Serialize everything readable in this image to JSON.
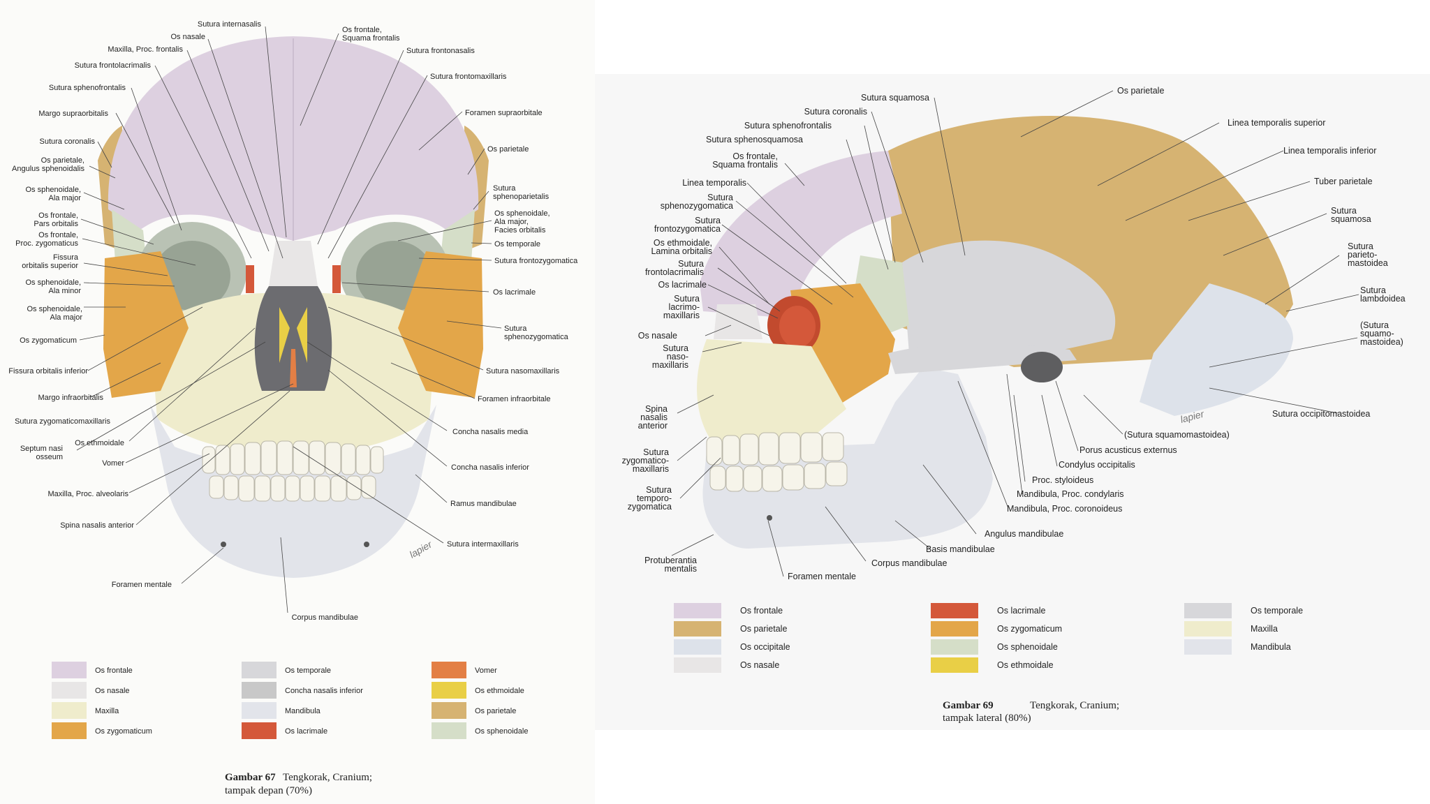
{
  "colors": {
    "frontale": "#ddd0e0",
    "parietale": "#d6b372",
    "occipitale": "#dde2ea",
    "nasale": "#e8e6e6",
    "temporale": "#d7d7da",
    "maxilla": "#efeccc",
    "mandibula": "#e2e4ea",
    "zygomaticum": "#e3a649",
    "lacrimale": "#d4583a",
    "sphenoidale": "#d5dec8",
    "ethmoidale": "#e9cf46",
    "vomer": "#e37f45",
    "concha": "#c8c8c8"
  },
  "figure67": {
    "caption_bold": "Gambar 67",
    "caption_line1": "Tengkorak, Cranium;",
    "caption_line2": "tampak depan (70%)",
    "labels_left": [
      "Sutura internasalis",
      "Os nasale",
      "Maxilla, Proc. frontalis",
      "Sutura frontolacrimalis",
      "Sutura sphenofrontalis",
      "Margo supraorbitalis",
      "Sutura coronalis",
      "Os parietale,",
      "Angulus sphenoidalis",
      "Os sphenoidale,",
      "Ala major",
      "Os frontale,",
      "Pars orbitalis",
      "Os frontale,",
      "Proc. zygomaticus",
      "Fissura",
      "orbitalis superior",
      "Os sphenoidale,",
      "Ala minor",
      "Os sphenoidale,",
      "Ala major",
      "Os zygomaticum",
      "Fissura orbitalis inferior",
      "Margo infraorbitalis",
      "Sutura zygomaticomaxillaris",
      "Os ethmoidale",
      "Septum nasi",
      "osseum",
      "Vomer",
      "Maxilla, Proc. alveolaris",
      "Spina nasalis anterior",
      "Foramen mentale",
      "Corpus mandibulae"
    ],
    "labels_right": [
      "Os frontale,",
      "Squama frontalis",
      "Sutura frontonasalis",
      "Sutura frontomaxillaris",
      "Foramen supraorbitale",
      "Os parietale",
      "Sutura",
      "sphenoparietalis",
      "Os sphenoidale,",
      "Ala major,",
      "Facies orbitalis",
      "Os temporale",
      "Sutura frontozygomatica",
      "Os lacrimale",
      "Sutura",
      "sphenozygomatica",
      "Sutura nasomaxillaris",
      "Foramen infraorbitale",
      "Concha nasalis media",
      "Concha nasalis inferior",
      "Ramus mandibulae",
      "Sutura intermaxillaris"
    ],
    "legend": [
      {
        "name": "Os frontale",
        "color": "#ddd0e0"
      },
      {
        "name": "Os nasale",
        "color": "#e8e6e6"
      },
      {
        "name": "Maxilla",
        "color": "#efeccc"
      },
      {
        "name": "Os zygomaticum",
        "color": "#e3a649"
      },
      {
        "name": "Os temporale",
        "color": "#d7d7da"
      },
      {
        "name": "Concha nasalis inferior",
        "color": "#c8c8c8"
      },
      {
        "name": "Mandibula",
        "color": "#e2e4ea"
      },
      {
        "name": "Os lacrimale",
        "color": "#d4583a"
      },
      {
        "name": "Vomer",
        "color": "#e37f45"
      },
      {
        "name": "Os ethmoidale",
        "color": "#e9cf46"
      },
      {
        "name": "Os parietale",
        "color": "#d6b372"
      },
      {
        "name": "Os sphenoidale",
        "color": "#d5dec8"
      }
    ]
  },
  "figure69": {
    "caption_bold": "Gambar 69",
    "caption_line1": "Tengkorak, Cranium;",
    "caption_line2": "tampak lateral (80%)",
    "labels_left": [
      "Sutura squamosa",
      "Sutura coronalis",
      "Sutura sphenofrontalis",
      "Sutura sphenosquamosa",
      "Os frontale,",
      "Squama frontalis",
      "Linea temporalis",
      "Sutura",
      "sphenozygomatica",
      "Sutura",
      "frontozygomatica",
      "Os ethmoidale,",
      "Lamina orbitalis",
      "Sutura",
      "frontolacrimalis",
      "Os lacrimale",
      "Sutura",
      "lacrimo-",
      "maxillaris",
      "Os nasale",
      "Sutura",
      "naso-",
      "maxillaris",
      "Spina",
      "nasalis",
      "anterior",
      "Sutura",
      "zygomatico-",
      "maxillaris",
      "Sutura",
      "temporo-",
      "zygomatica",
      "Protuberantia",
      "mentalis",
      "Foramen mentale"
    ],
    "labels_right": [
      "Os parietale",
      "Linea temporalis superior",
      "Linea temporalis inferior",
      "Tuber parietale",
      "Sutura",
      "squamosa",
      "Sutura",
      "parieto-",
      "mastoidea",
      "Sutura",
      "lambdoidea",
      "(Sutura",
      "squamo-",
      "mastoidea)",
      "Sutura occipitomastoidea",
      "(Sutura squamomastoidea)",
      "Porus acusticus externus",
      "Condylus occipitalis",
      "Proc. styloideus",
      "Mandibula, Proc. condylaris",
      "Mandibula, Proc. coronoideus",
      "Angulus mandibulae",
      "Basis mandibulae",
      "Corpus mandibulae"
    ],
    "legend": [
      {
        "name": "Os frontale",
        "color": "#ddd0e0"
      },
      {
        "name": "Os parietale",
        "color": "#d6b372"
      },
      {
        "name": "Os occipitale",
        "color": "#dde2ea"
      },
      {
        "name": "Os nasale",
        "color": "#e8e6e6"
      },
      {
        "name": "Os lacrimale",
        "color": "#d4583a"
      },
      {
        "name": "Os zygomaticum",
        "color": "#e3a649"
      },
      {
        "name": "Os sphenoidale",
        "color": "#d5dec8"
      },
      {
        "name": "Os ethmoidale",
        "color": "#e9cf46"
      },
      {
        "name": "Os temporale",
        "color": "#d7d7da"
      },
      {
        "name": "Maxilla",
        "color": "#efeccc"
      },
      {
        "name": "Mandibula",
        "color": "#e2e4ea"
      }
    ]
  }
}
